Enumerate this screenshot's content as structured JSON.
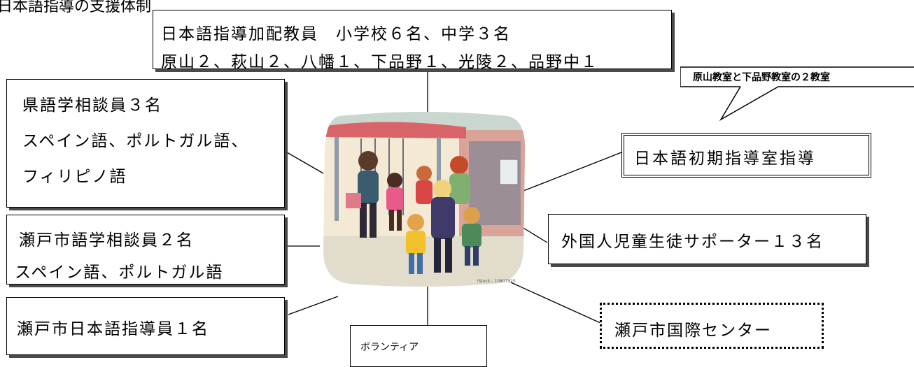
{
  "page_title": "日本語指導の支援体制",
  "nodes": {
    "kahai": {
      "line1": "日本語指導加配教員　小学校６名、中学３名",
      "line2": "原山２、萩山２、八幡１、下品野１、光陵２、品野中１"
    },
    "callout": {
      "text": "原山教室と下品野教室の２教室"
    },
    "shoki": {
      "text": "日本語初期指導室指導"
    },
    "ken": {
      "line1": "県語学相談員３名",
      "line2": "スペイン語、ポルトガル語、",
      "line3": "フィリピノ語"
    },
    "seto_gogaku": {
      "line1": "瀬戸市語学相談員２名",
      "line2": "スペイン語、ポルトガル語"
    },
    "supporter": {
      "text": "外国人児童生徒サポーター１３名"
    },
    "seto_shido": {
      "text": "瀬戸市日本語指導員１名"
    },
    "volunteer": {
      "text": "ボランティア"
    },
    "kokusai": {
      "text": "瀬戸市国際センター"
    }
  },
  "illustration": {
    "watermark": "iStock - 10807925"
  }
}
